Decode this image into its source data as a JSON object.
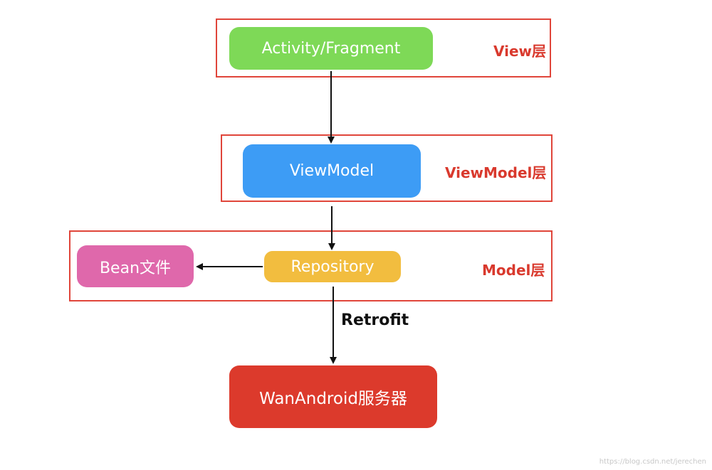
{
  "layers": {
    "view": "View层",
    "viewmodel": "ViewModel层",
    "model": "Model层"
  },
  "nodes": {
    "activity": "Activity/Fragment",
    "viewmodel": "ViewModel",
    "repository": "Repository",
    "bean": "Bean文件",
    "server": "WanAndroid服务器"
  },
  "edges": {
    "retrofit": "Retrofit"
  },
  "watermark": "https://blog.csdn.net/jerechen",
  "colors": {
    "activity": "#7ed957",
    "viewmodel": "#3d9cf5",
    "repository": "#f2bd3f",
    "bean": "#df68ab",
    "server": "#dc3a2c",
    "layer_border": "#e0453a",
    "layer_label": "#d9392d"
  }
}
